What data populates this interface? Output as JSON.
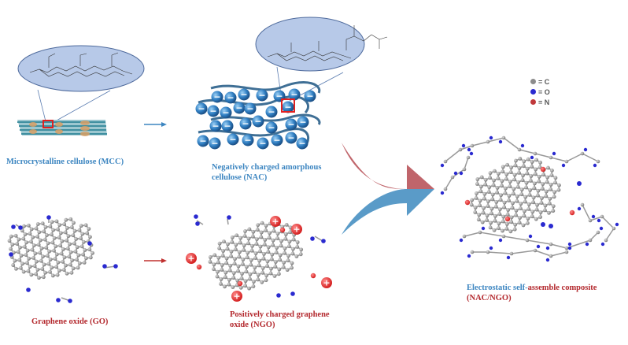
{
  "labels": {
    "mcc": "Microcrystalline cellulose (MCC)",
    "nac_line1": "Negatively charged amorphous",
    "nac_line2": "cellulose (NAC)",
    "go": "Graphene oxide (GO)",
    "ngo_line1": "Positively charged graphene",
    "ngo_line2": "oxide (NGO)",
    "composite_blue": "Electrostatic self-",
    "composite_red": "assemble composite",
    "composite_line2": "(NAC/NGO)"
  },
  "legend": [
    {
      "symbol": "= C",
      "color": "#8c8c8c"
    },
    {
      "symbol": "= O",
      "color": "#2a2ad0"
    },
    {
      "symbol": "= N",
      "color": "#c0393b"
    }
  ],
  "charges": {
    "negative": "−",
    "positive": "+"
  },
  "colors": {
    "blue_text": "#3d86c1",
    "red_text": "#b3282d",
    "ellipse_fill": "#b7c9e8",
    "ellipse_stroke": "#4e6a9c",
    "arrow_red": "#c0656b",
    "arrow_blue": "#5a9bc8",
    "sphere_blue": "#2f7ec2",
    "carbon": "#8c8c8c",
    "oxygen": "#2a2ad0",
    "nitrogen": "#d42a2a"
  }
}
